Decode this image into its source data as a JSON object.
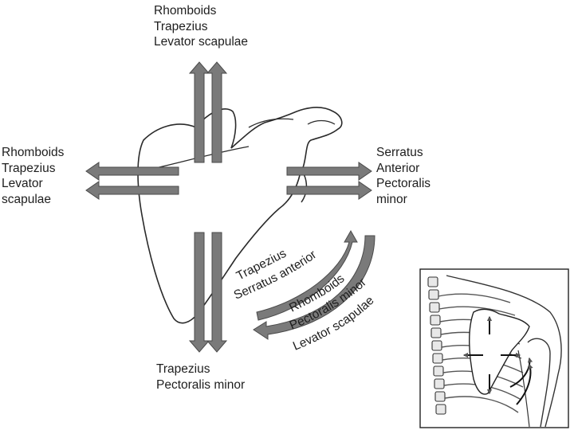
{
  "labels": {
    "top": [
      "Rhomboids",
      "Trapezius",
      "Levator scapulae"
    ],
    "left": [
      "Rhomboids",
      "Trapezius",
      "Levator",
      "scapulae"
    ],
    "right": [
      "Serratus",
      "Anterior",
      "Pectoralis",
      "minor"
    ],
    "bottom": [
      "Trapezius",
      "Pectoralis minor"
    ],
    "upward_rotation": [
      "Trapezius",
      "Serratus anterior"
    ],
    "downward_rotation": [
      "Rhomboids",
      "Pectoralis minor",
      "Levator scapulae"
    ]
  },
  "colors": {
    "arrow_fill": "#7a7a7a",
    "arrow_stroke": "#4a4a4a",
    "outline": "#2a2a2a",
    "text": "#1e1e1e"
  },
  "inset": {
    "description_icon": "thorax-back-view-icon"
  }
}
